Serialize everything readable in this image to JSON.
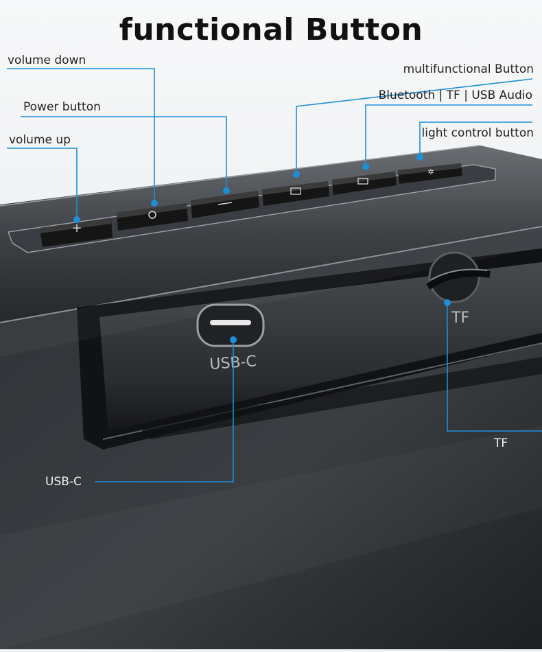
{
  "title": "functional Button",
  "callouts": {
    "volume_down": "volume down",
    "power": "Power button",
    "volume_up": "volume up",
    "multifunctional": "multifunctional Button",
    "mode": "Bluetooth | TF | USB Audio",
    "light": "light control button",
    "usb_c_callout": "USB-C",
    "tf_callout": "TF"
  },
  "device_markings": {
    "usb_c": "USB-C",
    "tf": "TF"
  },
  "colors": {
    "leader_line": "#1e8fd6",
    "device_body": "#2a2c2f",
    "button": "#1c1c1c",
    "background": "#f1f2f3"
  }
}
